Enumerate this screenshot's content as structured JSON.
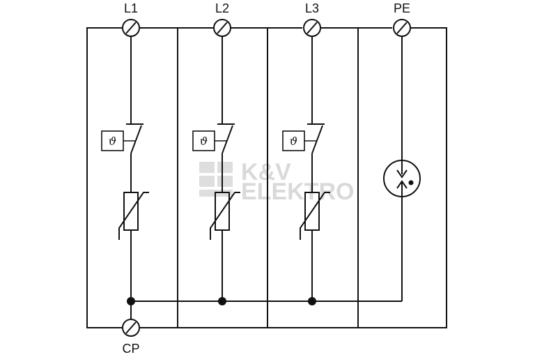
{
  "terminals": {
    "l1": "L1",
    "l2": "L2",
    "l3": "L3",
    "pe": "PE",
    "cp": "CP"
  },
  "thermal_symbol": "ϑ",
  "watermark": {
    "line1": "K&V",
    "line2": "ELEKTRO"
  },
  "colors": {
    "line": "#111111",
    "watermark": "#d9d9d9"
  }
}
